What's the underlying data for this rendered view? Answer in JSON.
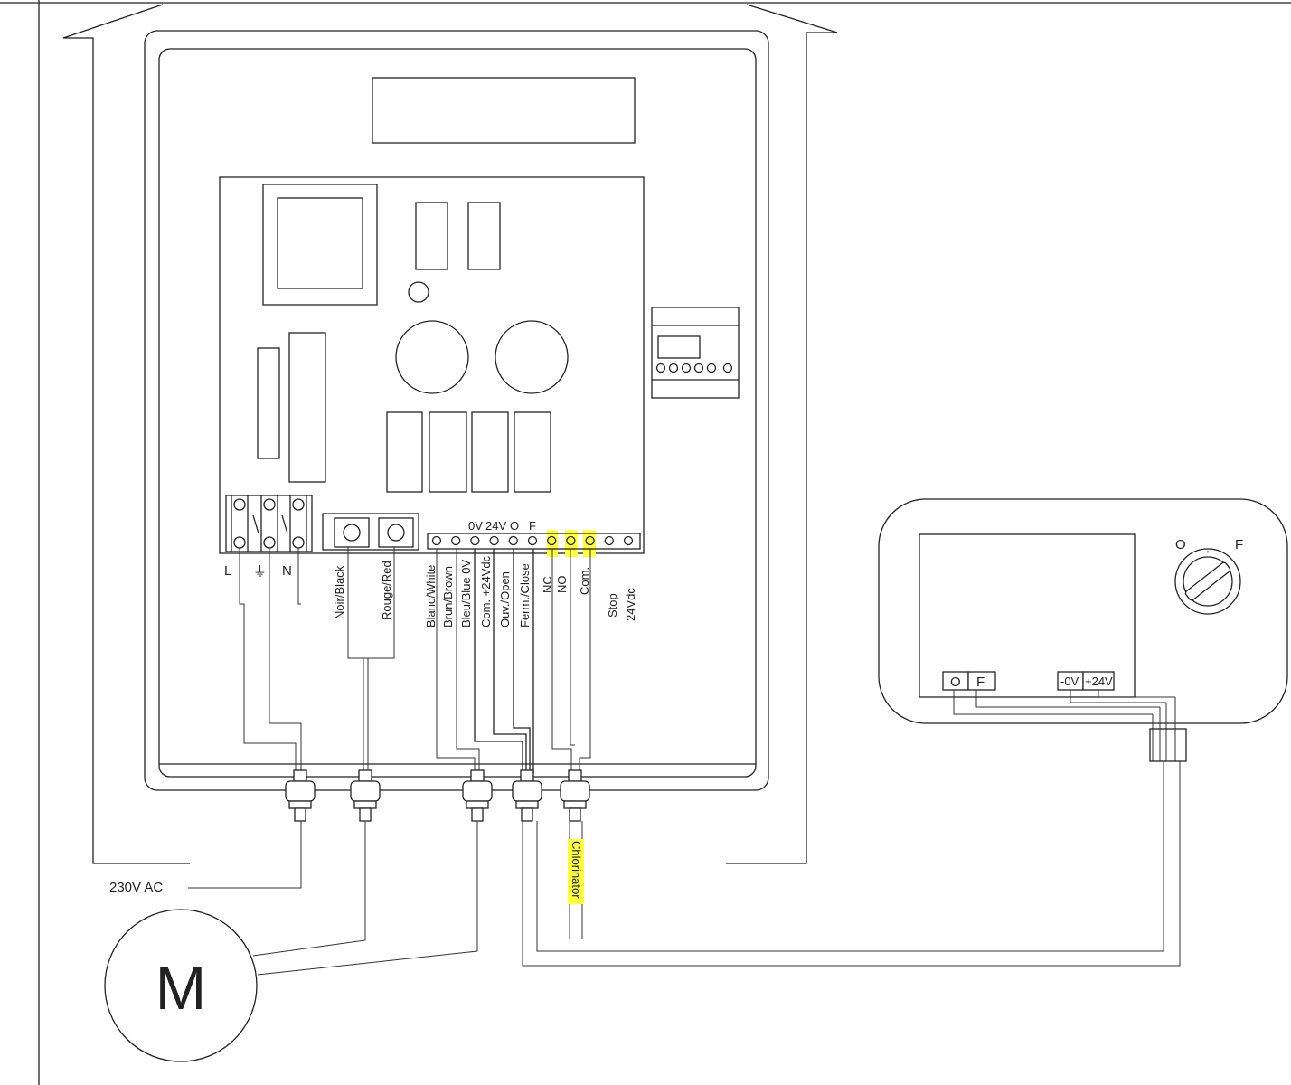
{
  "diagram": {
    "terminals_mains": {
      "l": "L",
      "earth": "⏚",
      "n": "N"
    },
    "terminals_motor": {
      "black": "Noir/Black",
      "red": "Rouge/Red"
    },
    "terminal_top": {
      "v0": "0V",
      "v24": "24V",
      "o": "O",
      "f": "F"
    },
    "terminal_wires": {
      "white": "Blanc/White",
      "brown": "Brun/Brown",
      "blue": "Bleu/Blue 0V",
      "com24": "Com. +24Vdc",
      "open": "Ouv./Open",
      "close": "Ferm./Close",
      "nc": "NC",
      "no": "NO",
      "com": "Com.",
      "stop": "Stop",
      "stop_v": "24Vdc"
    },
    "chlorinator": "Chlorinator",
    "mains_label": "230V AC",
    "motor_label": "M",
    "remote": {
      "o": "O",
      "f": "F",
      "term_o": "O",
      "term_f": "F",
      "term_0v": "-0V",
      "term_24v": "+24V"
    },
    "highlight_color": "#ffff3a"
  }
}
